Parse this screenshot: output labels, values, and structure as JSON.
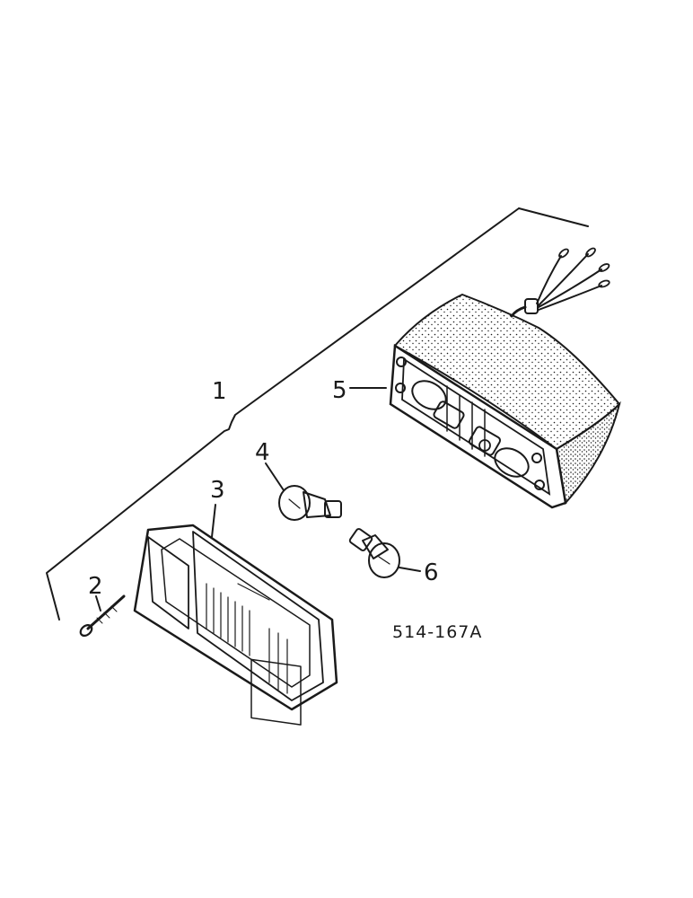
{
  "callouts": {
    "assembly": "1",
    "screw": "2",
    "lens": "3",
    "bulb_upper": "4",
    "housing": "5",
    "bulb_lower": "6"
  },
  "figure_code": "514-167A"
}
